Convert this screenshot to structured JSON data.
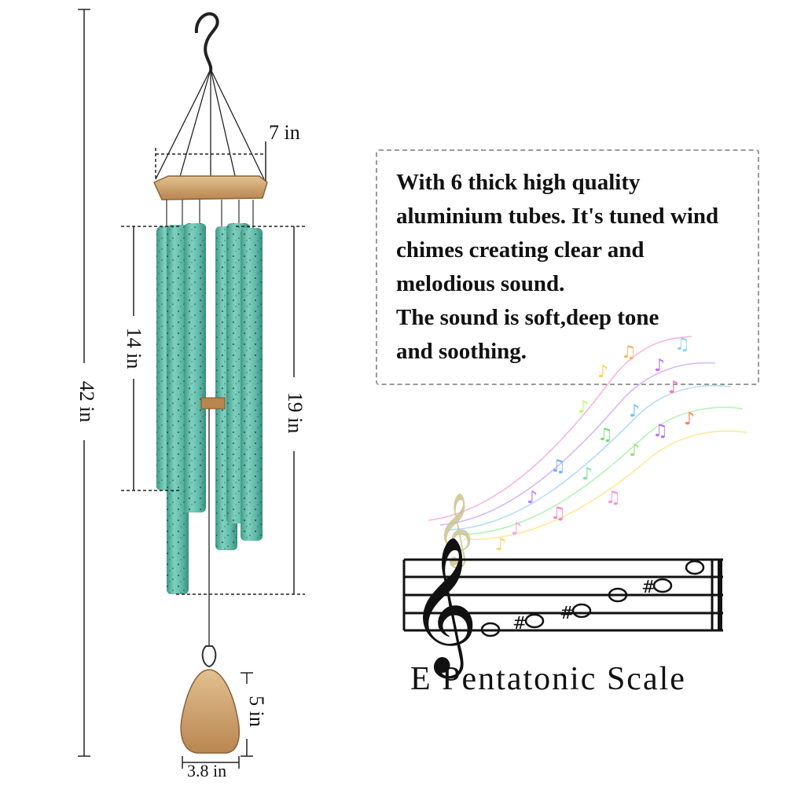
{
  "dimensions": {
    "top_width": "7 in",
    "total_height": "42 in",
    "short_tube": "14 in",
    "long_tube": "19 in",
    "sail_height": "5 in",
    "sail_width": "3.8 in"
  },
  "description": {
    "lines": [
      "With 6 thick high quality",
      "aluminium tubes. It's tuned wind",
      "chimes creating clear and",
      "melodious sound.",
      "The sound is soft,deep tone",
      "and soothing."
    ]
  },
  "scale": {
    "title": "E Pentatonic Scale",
    "clef": "𝄞",
    "sharp_symbol": "#"
  },
  "colors": {
    "tube": "#5fb8a6",
    "wood": "#c99a62",
    "ink": "#111111"
  }
}
